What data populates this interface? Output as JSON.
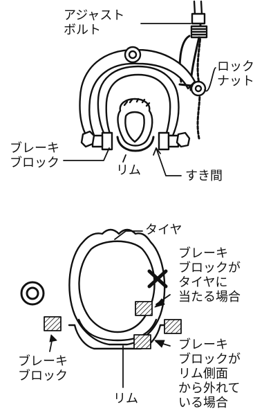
{
  "top": {
    "adjust_bolt": [
      "アジャスト",
      "ボルト"
    ],
    "lock_nut": [
      "ロック",
      "ナット"
    ],
    "brake_block": [
      "ブレーキ",
      "ブロック"
    ],
    "rim": "リム",
    "gap": "すき間"
  },
  "bottom": {
    "tire": "タイヤ",
    "good_mark": "◎",
    "bad_mark": "×",
    "bad_tire": [
      "ブレーキ",
      "ブロックが",
      "タイヤに",
      "当たる場合"
    ],
    "bad_rim": [
      "ブレーキ",
      "ブロックが",
      "リム側面",
      "から外れて",
      "いる場合"
    ],
    "brake_block": [
      "ブレーキ",
      "ブロック"
    ],
    "rim": "リム"
  },
  "colors": {
    "ink": "#111111",
    "paper": "#ffffff"
  }
}
